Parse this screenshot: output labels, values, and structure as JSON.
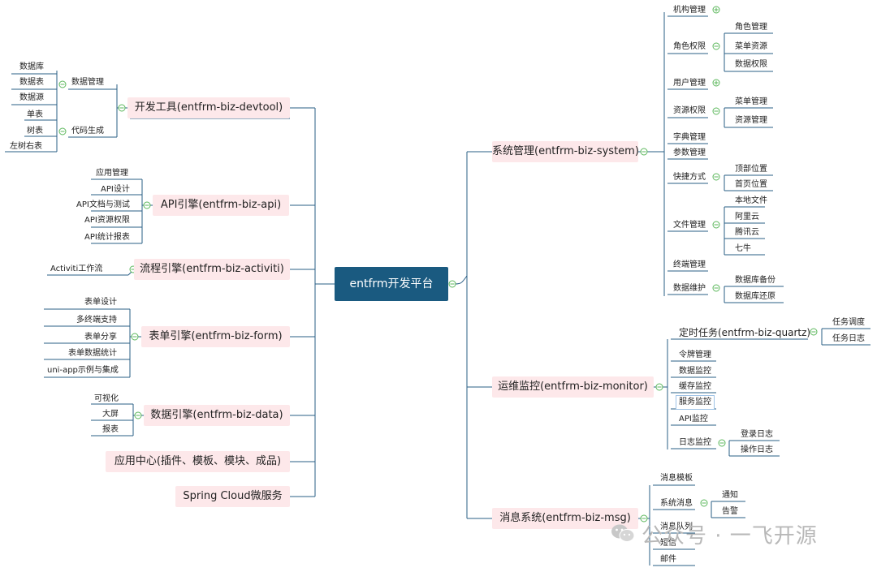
{
  "root": "entfrm开发平台",
  "left": {
    "devtool": "开发工具(entfrm-biz-devtool)",
    "db_mgmt": "数据管理",
    "db_items": [
      "数据库",
      "数据表",
      "数据源"
    ],
    "codegen": "代码生成",
    "codegen_items": [
      "单表",
      "树表",
      "左树右表"
    ],
    "api": "API引擎(entfrm-biz-api)",
    "api_items": [
      "应用管理",
      "API设计",
      "API文档与测试",
      "API资源权限",
      "API统计报表"
    ],
    "activiti": "流程引擎(entfrm-biz-activiti)",
    "activiti_items": [
      "Activiti工作流"
    ],
    "form": "表单引擎(entfrm-biz-form)",
    "form_items": [
      "表单设计",
      "多终端支持",
      "表单分享",
      "表单数据统计",
      "uni-app示例与集成"
    ],
    "data": "数据引擎(entfrm-biz-data)",
    "data_items": [
      "可视化",
      "大屏",
      "报表"
    ],
    "appcenter": "应用中心(插件、模板、模块、成品)",
    "cloud": "Spring Cloud微服务"
  },
  "right": {
    "system": "系统管理(entfrm-biz-system)",
    "org": "机构管理",
    "role_perm": "角色权限",
    "role_items": [
      "角色管理",
      "菜单资源",
      "数据权限"
    ],
    "user": "用户管理",
    "res_perm": "资源权限",
    "res_items": [
      "菜单管理",
      "资源管理"
    ],
    "dict": "字典管理",
    "param": "参数管理",
    "shortcut": "快捷方式",
    "shortcut_items": [
      "顶部位置",
      "首页位置"
    ],
    "file": "文件管理",
    "file_items": [
      "本地文件",
      "阿里云",
      "腾讯云",
      "七牛"
    ],
    "terminal": "终端管理",
    "maint": "数据维护",
    "maint_items": [
      "数据库备份",
      "数据库还原"
    ],
    "monitor": "运维监控(entfrm-biz-monitor)",
    "quartz": "定时任务(entfrm-biz-quartz)",
    "quartz_items": [
      "任务调度",
      "任务日志"
    ],
    "token": "令牌管理",
    "data_mon": "数据监控",
    "cache_mon": "缓存监控",
    "service_mon": "服务监控",
    "api_mon": "API监控",
    "log_mon": "日志监控",
    "log_items": [
      "登录日志",
      "操作日志"
    ],
    "msg": "消息系统(entfrm-biz-msg)",
    "msg_tpl": "消息模板",
    "sys_msg": "系统消息",
    "sys_msg_items": [
      "通知",
      "告警"
    ],
    "queue": "消息队列",
    "sms": "短信",
    "mail": "邮件"
  },
  "watermark": "公众号 · 一飞开源",
  "colors": {
    "line": "#2a5f86",
    "root": "#1a5a80",
    "branch": "#fde8ea",
    "toggle": "#5bb75b"
  }
}
